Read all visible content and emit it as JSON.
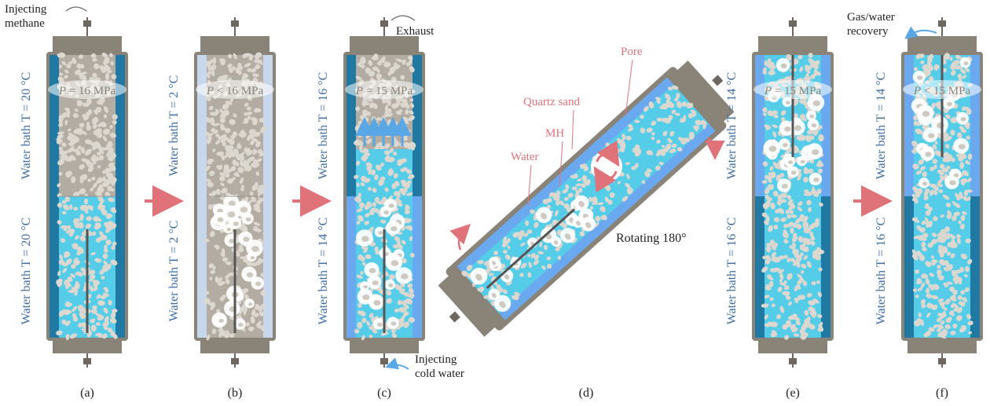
{
  "panels": [
    {
      "id": "a",
      "caption": "(a)",
      "pressure_symbol": "P",
      "pressure_text": " = 16 MPa",
      "upper_bath": "Water bath T = 20 °C",
      "lower_bath": "Water bath T = 20 °C",
      "top_note": "Injecting\nmethane",
      "bottom_note": ""
    },
    {
      "id": "b",
      "caption": "(b)",
      "pressure_symbol": "P",
      "pressure_text": " < 16 MPa",
      "upper_bath": "Water bath T = 2 °C",
      "lower_bath": "Water bath T = 2 °C",
      "top_note": "",
      "bottom_note": ""
    },
    {
      "id": "c",
      "caption": "(c)",
      "pressure_symbol": "P",
      "pressure_text": " = 15 MPa",
      "upper_bath": "Water bath T = 16 °C",
      "lower_bath": "Water bath T = 14 °C",
      "top_note": "Exhaust",
      "bottom_note": "Injecting\ncold water"
    },
    {
      "id": "d",
      "caption": "(d)",
      "labels": [
        "Pore",
        "Quartz sand",
        "MH",
        "Water"
      ],
      "rotation_note": "Rotating 180°"
    },
    {
      "id": "e",
      "caption": "(e)",
      "pressure_symbol": "P",
      "pressure_text": " = 15 MPa",
      "upper_bath": "Water bath T = 14 °C",
      "lower_bath": "Water bath T = 16 °C",
      "top_note": "",
      "bottom_note": ""
    },
    {
      "id": "f",
      "caption": "(f)",
      "pressure_symbol": "P",
      "pressure_text": " < 15 MPa",
      "upper_bath": "Water bath T = 14 °C",
      "lower_bath": "Water bath T = 16 °C",
      "top_note": "Gas/water\nrecovery",
      "bottom_note": ""
    }
  ],
  "colors": {
    "vessel_wall": "#8a8378",
    "sand_bg": "#b3aca2",
    "grain": "#dcd7cf",
    "water": "#56cde8",
    "bath_warm": "#1f79a3",
    "bath_cold": "#c8d8ec",
    "bath_mid": "#6aa8ef",
    "text_blue": "#3f6ea3",
    "pink": "#e0727a"
  }
}
